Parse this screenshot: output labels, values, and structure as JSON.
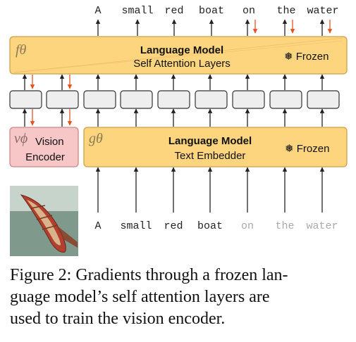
{
  "tokens_top": [
    "A",
    "small",
    "red",
    "boat",
    "on",
    "the",
    "water"
  ],
  "tokens_bottom": [
    "A",
    "small",
    "red",
    "boat",
    "on",
    "the",
    "water"
  ],
  "language_model_top": {
    "param": "fθ",
    "title": "Language Model",
    "subtitle": "Self Attention Layers",
    "frozen": "❅ Frozen"
  },
  "language_model_bottom": {
    "param": "gθ",
    "title": "Language Model",
    "subtitle": "Text Embedder",
    "frozen": "❅ Frozen"
  },
  "vision_encoder": {
    "param": "vϕ",
    "line1": "Vision",
    "line2": "Encoder"
  },
  "caption": {
    "line1": "Figure 2: Gradients through a frozen lan-",
    "line2": "guage model’s self attention layers are",
    "line3": "used to train the vision encoder."
  },
  "colors": {
    "lm_fill": "#fcd57e",
    "lm_stroke": "#c9a24a",
    "vision_fill": "#f7c6c6",
    "vision_stroke": "#c98a8a",
    "embed_fill": "#eeeeee",
    "gradient_arrow": "#e8501e"
  },
  "icons": [
    "snowflake-icon",
    "boat-photo"
  ]
}
